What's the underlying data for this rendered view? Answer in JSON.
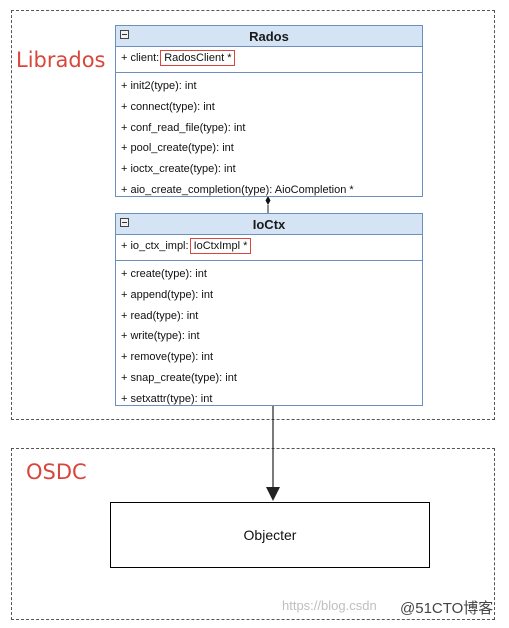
{
  "groups": {
    "librados": {
      "label": "Librados"
    },
    "osdc": {
      "label": "OSDC"
    }
  },
  "rados": {
    "title": "Rados",
    "attribute": {
      "name": "+ client:",
      "type": "RadosClient *"
    },
    "operations": [
      "+ init2(type): int",
      "+ connect(type): int",
      "+ conf_read_file(type): int",
      "+ pool_create(type): int",
      "+ ioctx_create(type): int",
      "+ aio_create_completion(type): AioCompletion *"
    ]
  },
  "ioctx": {
    "title": "IoCtx",
    "attribute": {
      "name": "+ io_ctx_impl:",
      "type": "IoCtxImpl *"
    },
    "operations": [
      "+ create(type): int",
      "+ append(type): int",
      "+ read(type): int",
      "+ write(type): int",
      "+ remove(type): int",
      "+ snap_create(type): int",
      "+ setxattr(type): int"
    ]
  },
  "objecter": {
    "label": "Objecter"
  },
  "watermark": {
    "text": "https://blog.csdn",
    "brand": "@51CTO博客"
  },
  "colors": {
    "group_label": "#d9463b",
    "uml_header": "#d5e4f5",
    "uml_border": "#6b8fbf",
    "highlight_box": "#d9463b"
  },
  "icons": [
    "collapse-icon",
    "arrow-down-icon",
    "composition-diamond-icon"
  ]
}
